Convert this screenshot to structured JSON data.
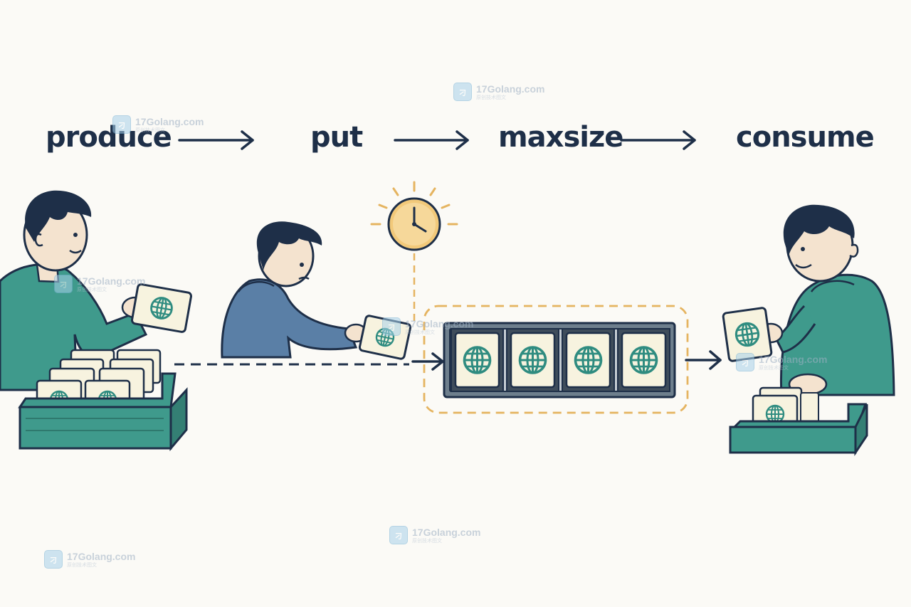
{
  "steps": {
    "produce": "produce",
    "put": "put",
    "maxsize": "maxsize",
    "consume": "consume"
  },
  "colors": {
    "ink": "#1e2f48",
    "teal": "#3f9a8c",
    "blue_hoodie": "#5a7fa6",
    "card": "#f7f3df",
    "accent_orange": "#e5b460"
  },
  "icons": [
    "globe-icon",
    "clock-icon",
    "arrow-right-icon"
  ],
  "queue": {
    "slot_count": 4
  },
  "watermark": {
    "site": "17Golang.com",
    "sub": "原创技术图文"
  }
}
